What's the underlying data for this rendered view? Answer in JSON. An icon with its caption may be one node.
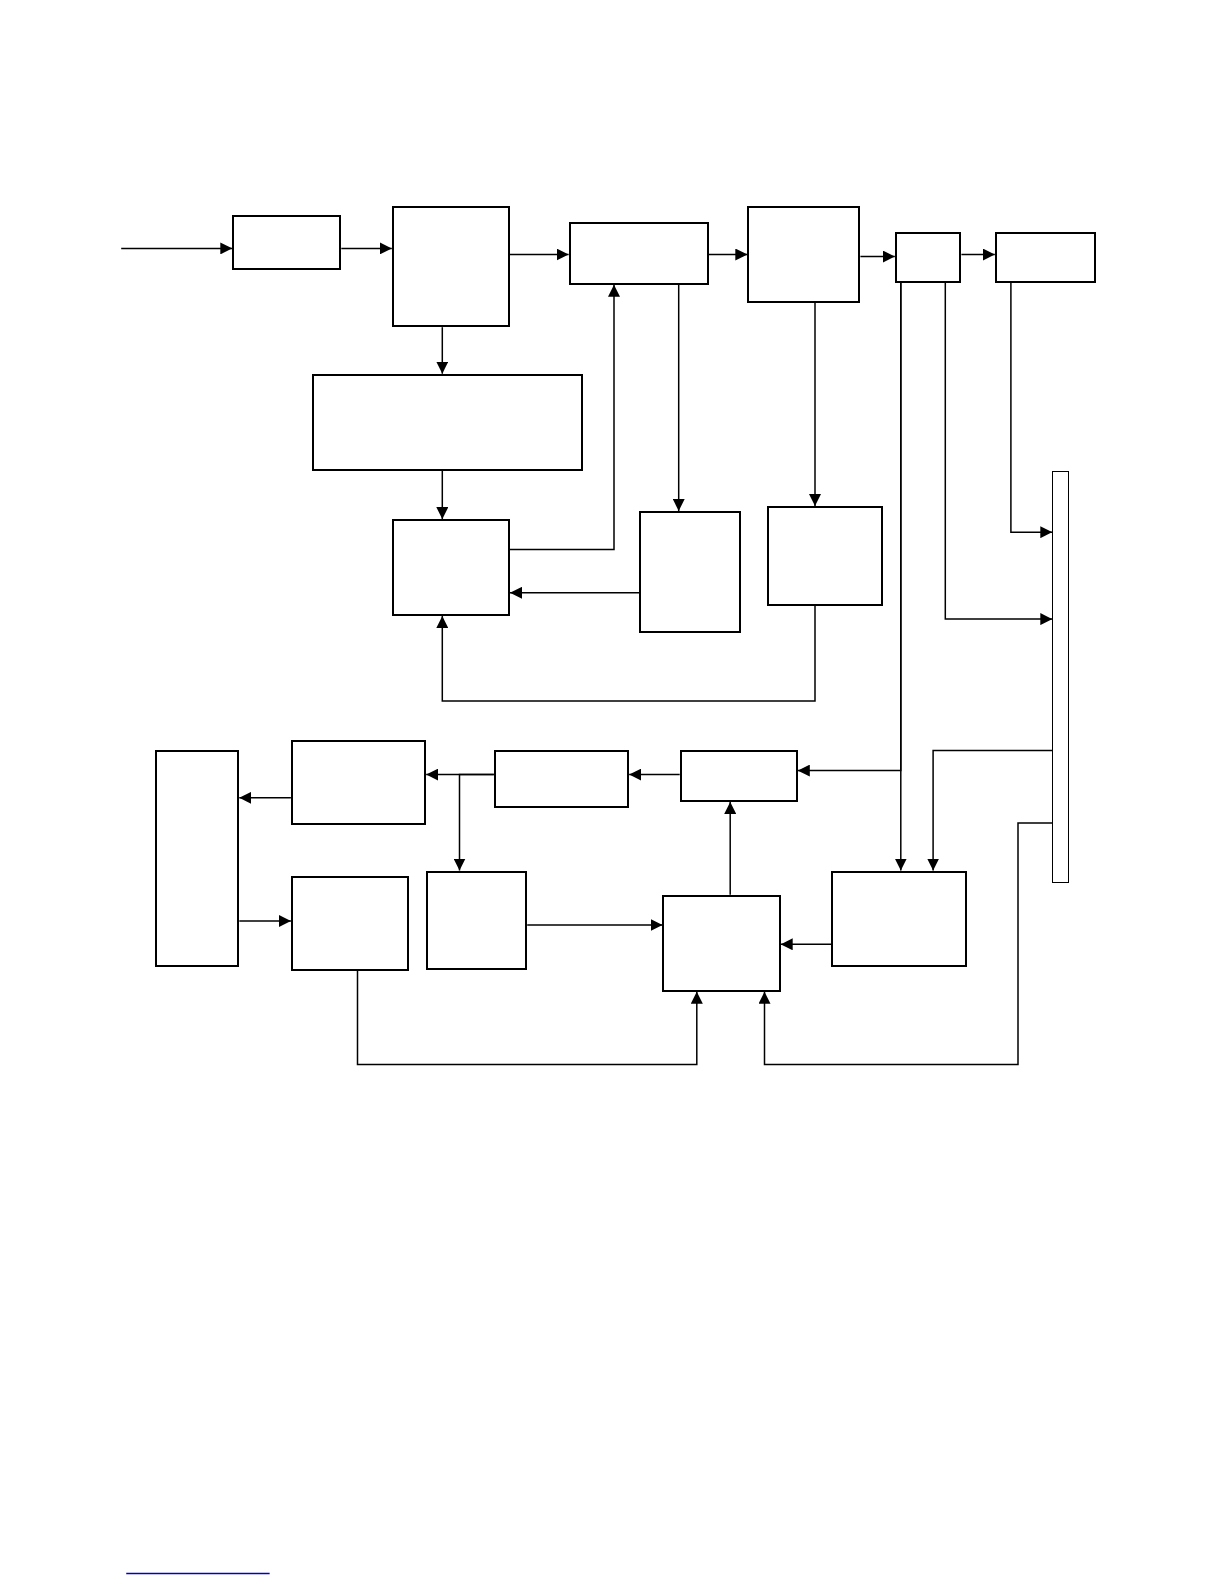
{
  "diagram": {
    "nodes": [
      {
        "text": [],
        "shape": "box"
      },
      {
        "text": [],
        "shape": "box"
      },
      {
        "text": [],
        "shape": "box"
      },
      {
        "text": [],
        "shape": "box"
      },
      {
        "text": [],
        "shape": "box"
      },
      {
        "text": [],
        "shape": "box"
      },
      {
        "text": [],
        "shape": "box"
      },
      {
        "text": [],
        "shape": "box"
      },
      {
        "text": [],
        "shape": "box"
      },
      {
        "text": [],
        "shape": "box"
      },
      {
        "text": [],
        "shape": "bar"
      },
      {
        "text": [],
        "shape": "box"
      },
      {
        "text": [],
        "shape": "box"
      },
      {
        "text": [],
        "shape": "box"
      },
      {
        "text": [],
        "shape": "box"
      },
      {
        "text": [],
        "shape": "box"
      },
      {
        "text": [],
        "shape": "box"
      },
      {
        "text": [],
        "shape": "box"
      },
      {
        "text": [],
        "shape": "box"
      }
    ],
    "edges": [
      {
        "from": null,
        "to": 0,
        "arrow": "to"
      },
      {
        "from": 0,
        "to": 1,
        "arrow": "to"
      },
      {
        "from": 1,
        "to": 2,
        "arrow": "to"
      },
      {
        "from": 2,
        "to": 3,
        "arrow": "to"
      },
      {
        "from": 3,
        "to": 4,
        "arrow": "to"
      },
      {
        "from": 4,
        "to": 5,
        "arrow": "to"
      },
      {
        "from": 1,
        "to": 6,
        "arrow": "to"
      },
      {
        "from": 6,
        "to": 7,
        "arrow": "to"
      },
      {
        "from": 7,
        "to": 2,
        "arrow": "to"
      },
      {
        "from": 2,
        "to": 8,
        "arrow": "to"
      },
      {
        "from": 8,
        "to": 7,
        "arrow": "to"
      },
      {
        "from": 3,
        "to": 9,
        "arrow": "to"
      },
      {
        "from": 9,
        "to": 7,
        "arrow": "to"
      },
      {
        "from": 4,
        "to": 18,
        "arrow": "to"
      },
      {
        "from": 4,
        "to": 14,
        "arrow": "to"
      },
      {
        "from": 4,
        "to": 10,
        "arrow": "to"
      },
      {
        "from": 5,
        "to": 10,
        "arrow": "to"
      },
      {
        "from": 10,
        "to": 18,
        "arrow": "to"
      },
      {
        "from": 10,
        "to": 17,
        "arrow": "to"
      },
      {
        "from": 14,
        "to": 13,
        "arrow": "to"
      },
      {
        "from": 13,
        "to": 12,
        "arrow": "to"
      },
      {
        "from": 13,
        "to": 16,
        "arrow": "to"
      },
      {
        "from": 12,
        "to": 11,
        "arrow": "to"
      },
      {
        "from": 11,
        "to": 15,
        "arrow": "to"
      },
      {
        "from": 15,
        "to": 17,
        "arrow": "to"
      },
      {
        "from": 16,
        "to": 17,
        "arrow": "to"
      },
      {
        "from": 18,
        "to": 17,
        "arrow": "to"
      },
      {
        "from": 17,
        "to": 14,
        "arrow": "to"
      }
    ]
  }
}
